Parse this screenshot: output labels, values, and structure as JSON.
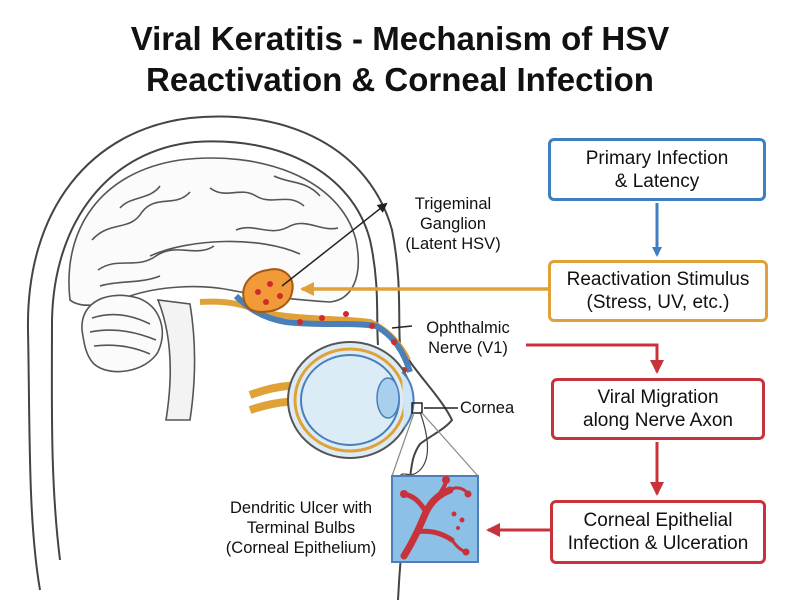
{
  "title": {
    "line1": "Viral Keratitis - Mechanism of HSV",
    "line2": "Reactivation & Corneal Infection"
  },
  "labels": {
    "ganglion": [
      "Trigeminal",
      "Ganglion",
      "(Latent HSV)"
    ],
    "nerve": [
      "Ophthalmic",
      "Nerve (V1)"
    ],
    "cornea": "Cornea",
    "ulcer": [
      "Dendritic Ulcer with",
      "Terminal Bulbs",
      "(Corneal Epithelium)"
    ]
  },
  "flow": {
    "step1": [
      "Primary Infection",
      "& Latency"
    ],
    "step2": [
      "Reactivation Stimulus",
      "(Stress, UV, etc.)"
    ],
    "step3": [
      "Viral Migration",
      "along Nerve Axon"
    ],
    "step4": [
      "Corneal Epithelial",
      "Infection & Ulceration"
    ]
  },
  "colors": {
    "blue": "#3f7fc1",
    "orange": "#e0a238",
    "red": "#c8323a",
    "nerve": "#4a7fb8",
    "ganglion": "#f29a3a",
    "virus_dot": "#d02a2a",
    "ulcer_bg": "#8cc0e6"
  }
}
